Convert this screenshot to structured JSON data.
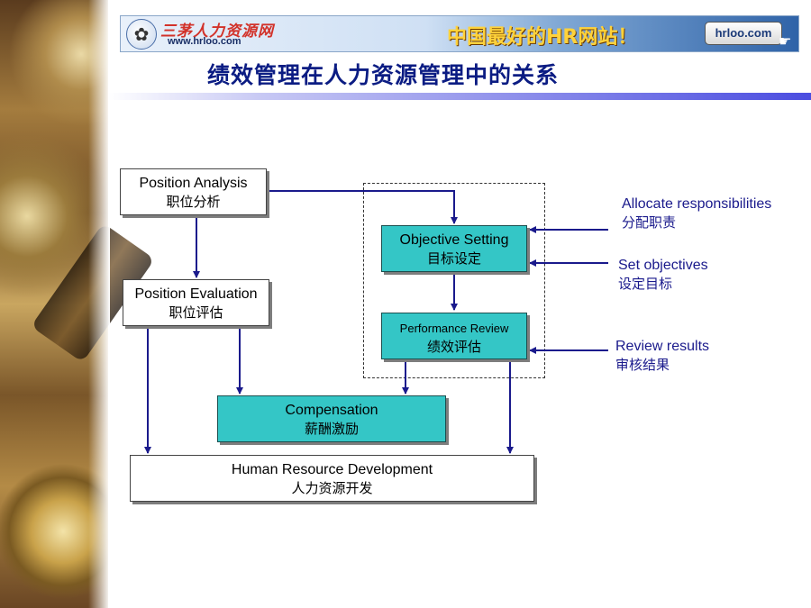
{
  "banner": {
    "site_name": "三茅人力资源网",
    "url": "www.hrloo.com",
    "slogan": "中国最好的HR网站！",
    "button_label": "hrloo.com",
    "logo_icon": "bird-logo-icon"
  },
  "slide": {
    "title": "绩效管理在人力资源管理中的关系"
  },
  "diagram": {
    "nodes": {
      "position_analysis": {
        "en": "Position Analysis",
        "zh": "职位分析"
      },
      "position_evaluation": {
        "en": "Position Evaluation",
        "zh": "职位评估"
      },
      "objective_setting": {
        "en": "Objective Setting",
        "zh": "目标设定"
      },
      "performance_review": {
        "en": "Performance Review",
        "zh": "绩效评估"
      },
      "compensation": {
        "en": "Compensation",
        "zh": "薪酬激励"
      },
      "hr_development": {
        "en": "Human Resource Development",
        "zh": "人力资源开发"
      }
    },
    "annotations": {
      "allocate": {
        "en": "Allocate responsibilities",
        "zh": "分配职责"
      },
      "set_objectives": {
        "en": "Set objectives",
        "zh": "设定目标"
      },
      "review_results": {
        "en": "Review results",
        "zh": "审核结果"
      }
    },
    "colors": {
      "arrow": "#1a1a8c",
      "teal_box": "#34c6c6"
    }
  }
}
